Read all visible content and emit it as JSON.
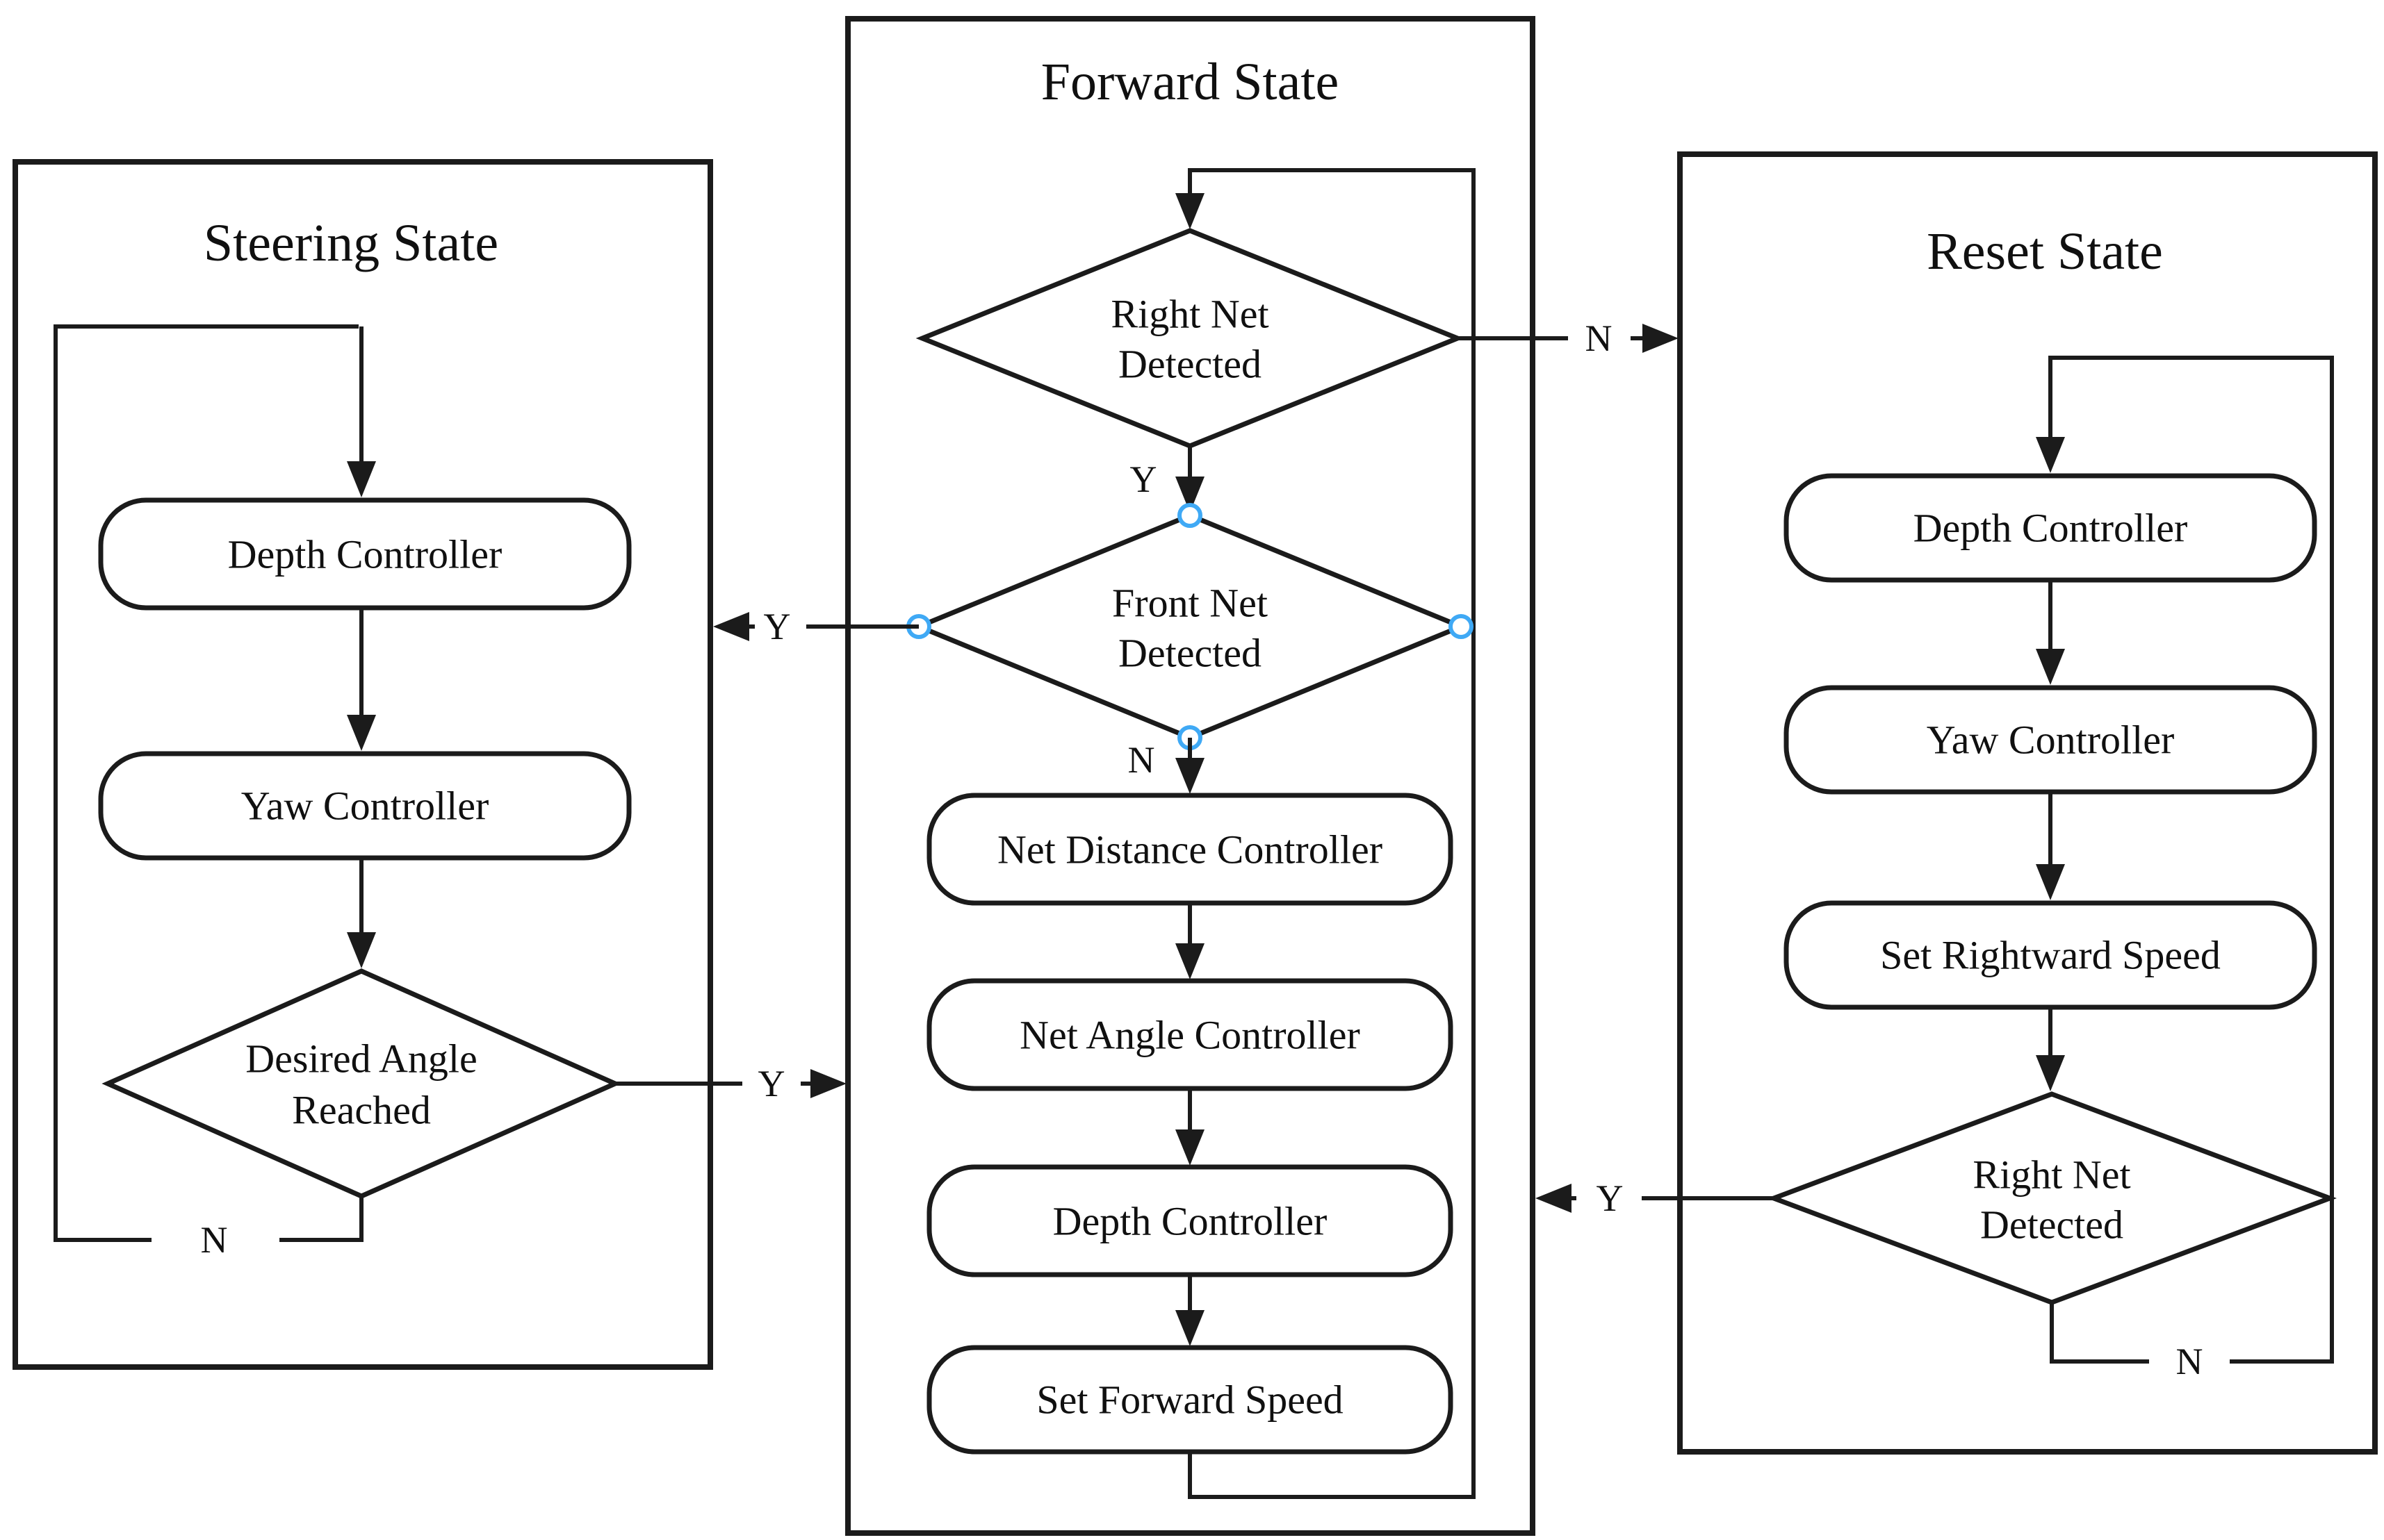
{
  "diagram": {
    "type": "flowchart",
    "labels": {
      "yes": "Y",
      "no": "N"
    },
    "states": [
      {
        "title": "Steering State",
        "nodes": [
          {
            "type": "process",
            "label": "Depth Controller"
          },
          {
            "type": "process",
            "label": "Yaw Controller"
          },
          {
            "type": "decision",
            "lines": [
              "Desired Angle",
              "Reached"
            ]
          }
        ]
      },
      {
        "title": "Forward State",
        "nodes": [
          {
            "type": "decision",
            "lines": [
              "Right Net",
              "Detected"
            ]
          },
          {
            "type": "decision",
            "lines": [
              "Front Net",
              "Detected"
            ]
          },
          {
            "type": "process",
            "label": "Net Distance Controller"
          },
          {
            "type": "process",
            "label": "Net Angle Controller"
          },
          {
            "type": "process",
            "label": "Depth Controller"
          },
          {
            "type": "process",
            "label": "Set Forward Speed"
          }
        ]
      },
      {
        "title": "Reset State",
        "nodes": [
          {
            "type": "process",
            "label": "Depth Controller"
          },
          {
            "type": "process",
            "label": "Yaw Controller"
          },
          {
            "type": "process",
            "label": "Set Rightward Speed"
          },
          {
            "type": "decision",
            "lines": [
              "Right Net",
              "Detected"
            ]
          }
        ]
      }
    ],
    "edges": [
      {
        "from": "Steering: Desired Angle Reached",
        "to": "Forward State",
        "label": "Y"
      },
      {
        "from": "Steering: Desired Angle Reached",
        "to": "Steering: Depth Controller",
        "label": "N"
      },
      {
        "from": "Forward: Right Net Detected",
        "to": "Reset State",
        "label": "N"
      },
      {
        "from": "Forward: Right Net Detected",
        "to": "Forward: Front Net Detected",
        "label": "Y"
      },
      {
        "from": "Forward: Front Net Detected",
        "to": "Steering State",
        "label": "Y"
      },
      {
        "from": "Forward: Front Net Detected",
        "to": "Forward: Net Distance Controller",
        "label": "N"
      },
      {
        "from": "Forward: Set Forward Speed",
        "to": "Forward: Right Net Detected",
        "label": ""
      },
      {
        "from": "Reset: Right Net Detected",
        "to": "Forward State",
        "label": "Y"
      },
      {
        "from": "Reset: Right Net Detected",
        "to": "Reset: Depth Controller",
        "label": "N"
      }
    ],
    "colors": {
      "line": "#1b1b1b",
      "connector_handle": "#3fa9f5",
      "background": "#ffffff"
    }
  }
}
